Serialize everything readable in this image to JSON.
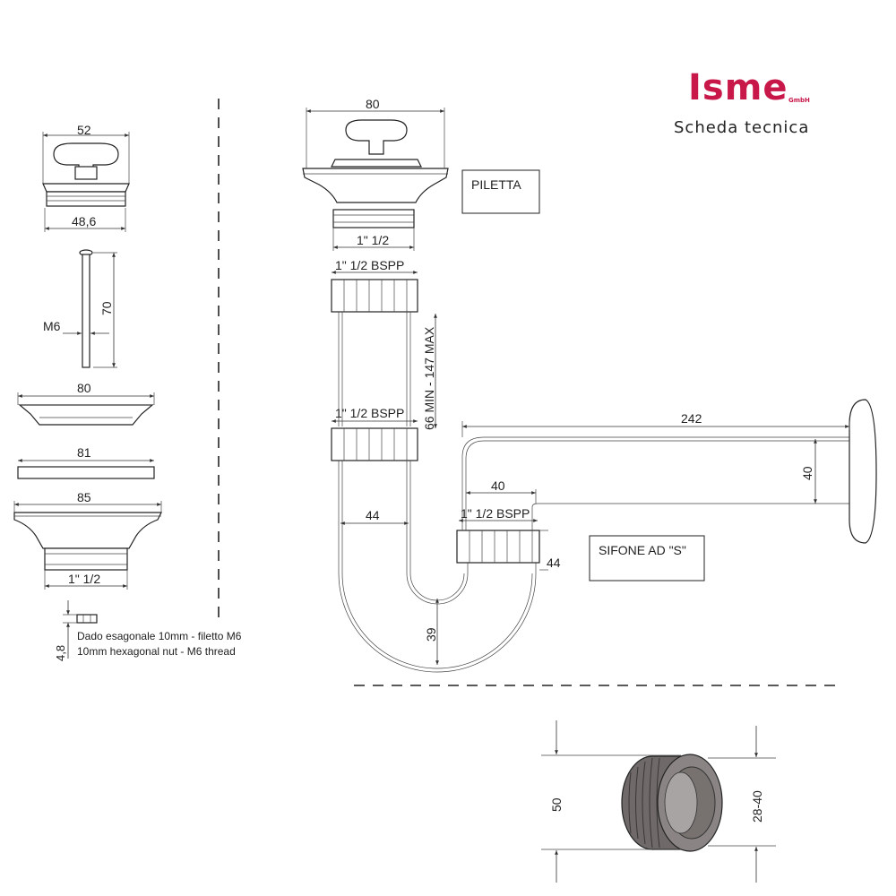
{
  "brand": {
    "name": "Isme",
    "suffix": "GmbH",
    "subtitle": "Scheda tecnica",
    "color": "#c8184a"
  },
  "left_parts": {
    "cap_width": "52",
    "cap_base": "48,6",
    "rod_length": "70",
    "rod_thread": "M6",
    "strainer": "80",
    "gasket": "81",
    "flange": "85",
    "flange_thread": "1\" 1/2",
    "nut_height": "4,8",
    "nut_label_it": "Dado esagonale 10mm - filetto M6",
    "nut_label_en": "10mm hexagonal nut - M6 thread"
  },
  "main": {
    "top_width": "80",
    "tail_thread": "1\" 1/2",
    "bspp_top": "1\" 1/2 BSPP",
    "height_range": "66 MIN - 147 MAX",
    "bspp_mid": "1\" 1/2 BSPP",
    "pipe_dia": "44",
    "piletta_label": "PILETTA",
    "pipe_length": "242",
    "pipe_height": "40",
    "outlet_width": "40",
    "bspp_right": "1\" 1/2 BSPP",
    "outlet_dia": "44",
    "sifone_label": "SIFONE AD \"S\"",
    "trap_depth": "39"
  },
  "adapter": {
    "outer": "50",
    "inner": "28-40"
  }
}
